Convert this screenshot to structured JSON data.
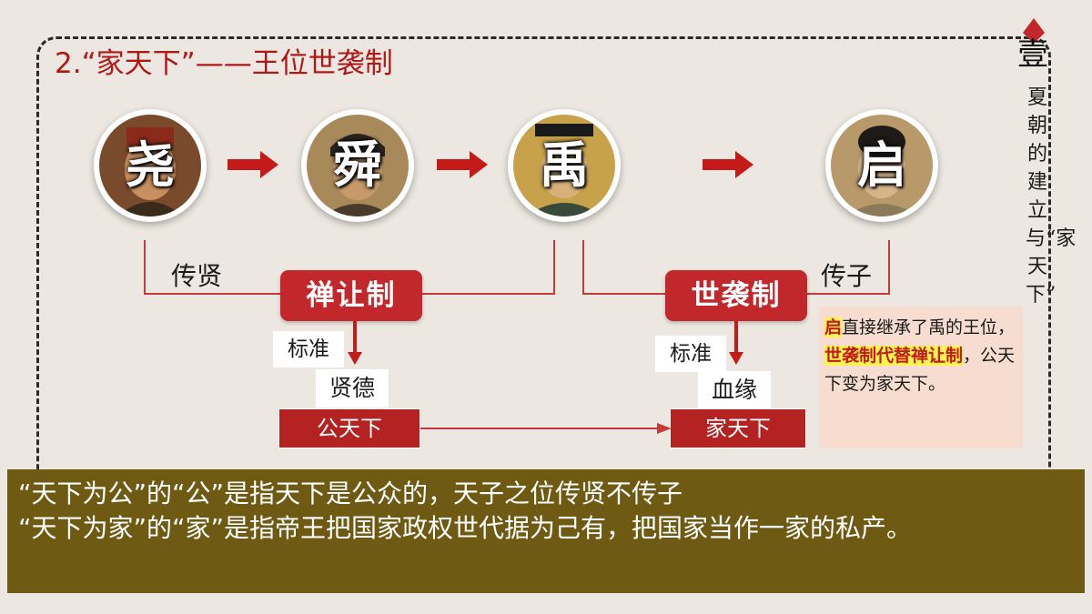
{
  "title": "2.“家天下”——王位世袭制",
  "badge_char": "壹",
  "section_title": "夏朝的建立与“家天下”",
  "rulers": [
    {
      "name": "尧"
    },
    {
      "name": "舜"
    },
    {
      "name": "禹"
    },
    {
      "name": "启"
    }
  ],
  "left_branch": {
    "transfer_label": "传贤",
    "system": "禅让制",
    "standard_label": "标准",
    "standard_value": "贤德",
    "result": "公天下"
  },
  "right_branch": {
    "transfer_label": "传子",
    "system": "世袭制",
    "standard_label": "标准",
    "standard_value": "血缘",
    "result": "家天下"
  },
  "info_box": {
    "qi": "启",
    "part1": "直接继承了禹的王位，",
    "highlight1": "世袭制代替",
    "highlight2": "禅让制",
    "part2": "，公天下变为家天下。"
  },
  "bottom_text": {
    "line1": "“天下为公”的“公”是指天下是公众的，天子之位传贤不传子",
    "line2": "“天下为家”的“家”是指帝王把国家政权世代据为己有，把国家当作一家的私产。"
  },
  "colors": {
    "accent_red": "#c2282b",
    "bottom_band": "#6e5a12",
    "highlight_yellow": "#fff34d",
    "info_bg": "#f6ddd0"
  }
}
